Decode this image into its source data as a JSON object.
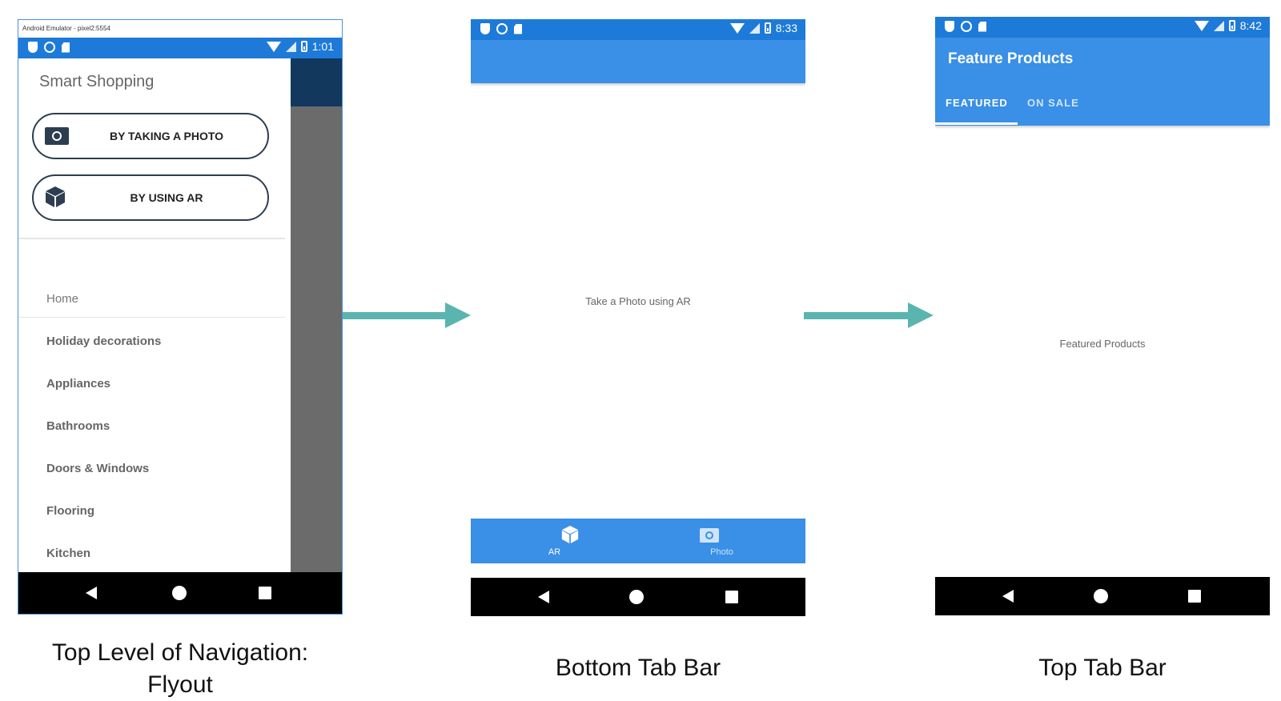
{
  "flyout_phone": {
    "emulator_title": "Android Emulator - pixel2:5554",
    "status_time": "1:01",
    "app_title": "Smart Shopping",
    "buttons": [
      {
        "label": "BY TAKING A PHOTO",
        "icon": "camera-icon"
      },
      {
        "label": "BY USING AR",
        "icon": "cube-icon"
      }
    ],
    "menu_home": "Home",
    "menu_items": [
      "Holiday decorations",
      "Appliances",
      "Bathrooms",
      "Doors & Windows",
      "Flooring",
      "Kitchen"
    ]
  },
  "bottom_tab_phone": {
    "status_time": "8:33",
    "content_text": "Take a Photo using AR",
    "tabs": [
      {
        "label": "AR",
        "icon": "cube-icon"
      },
      {
        "label": "Photo",
        "icon": "camera-icon"
      }
    ]
  },
  "top_tab_phone": {
    "status_time": "8:42",
    "page_title": "Feature Products",
    "tabs": [
      "FEATURED",
      "ON SALE"
    ],
    "content_text": "Featured Products"
  },
  "captions": {
    "flyout_line1": "Top Level of Navigation:",
    "flyout_line2": "Flyout",
    "bottom": "Bottom Tab Bar",
    "top": "Top Tab Bar"
  },
  "colors": {
    "primary_blue": "#3a8fe6",
    "status_blue": "#1e7ad8",
    "arrow_teal": "#5ab5b0",
    "button_border": "#2c3e50"
  }
}
